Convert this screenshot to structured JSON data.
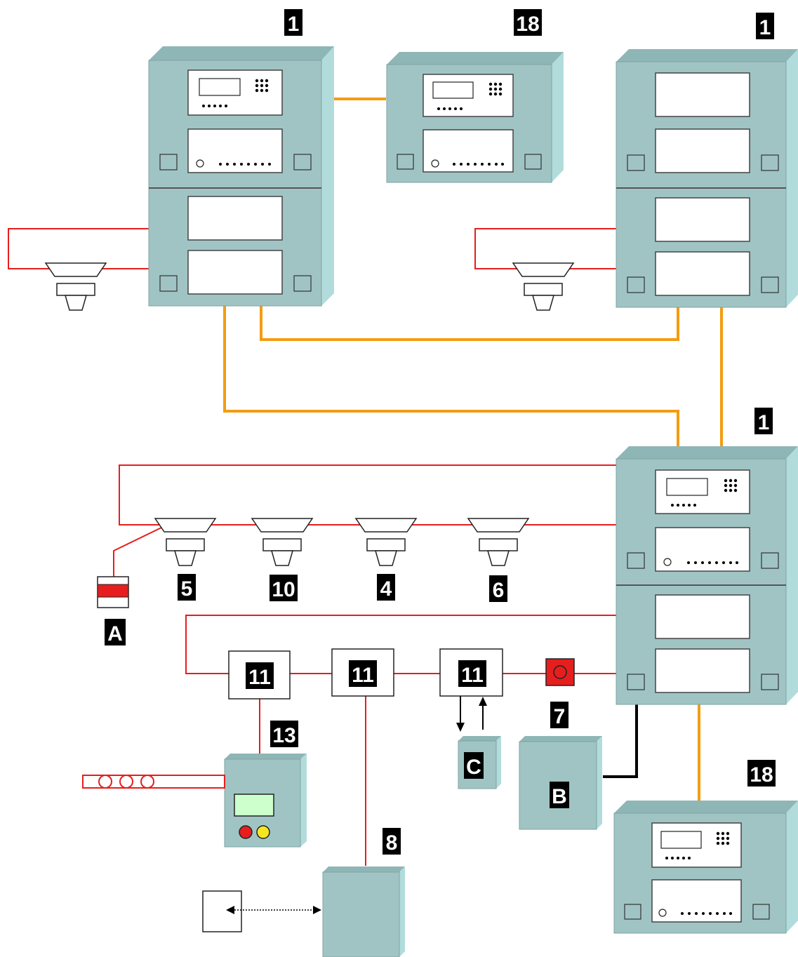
{
  "labels": {
    "panel_top_left": "1",
    "panel_top_right": "1",
    "panel_main": "1",
    "repeater_top": "18",
    "repeater_bottom": "18",
    "detector_5": "5",
    "detector_10": "10",
    "detector_4": "4",
    "detector_6": "6",
    "alarm_A": "A",
    "module_11a": "11",
    "module_11b": "11",
    "module_11c": "11",
    "callpoint_7": "7",
    "extinguish_13": "13",
    "device_8": "8",
    "device_B": "B",
    "device_C": "C"
  },
  "colors": {
    "panel": "#a0c4c4",
    "loop_wire": "#e61e1e",
    "network_wire": "#f39c12",
    "control_wire": "#000000"
  }
}
